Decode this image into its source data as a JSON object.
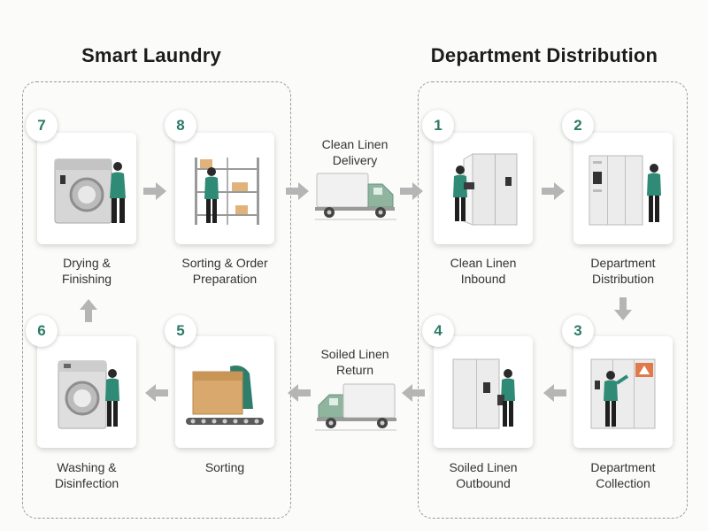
{
  "titles": {
    "left": "Smart Laundry",
    "right": "Department Distribution"
  },
  "steps": [
    {
      "number": "1",
      "label_line1": "Clean Linen",
      "label_line2": "Inbound",
      "icon": "locker-inbound-icon"
    },
    {
      "number": "2",
      "label_line1": "Department",
      "label_line2": "Distribution",
      "icon": "smart-locker-icon"
    },
    {
      "number": "3",
      "label_line1": "Department",
      "label_line2": "Collection",
      "icon": "collection-locker-icon"
    },
    {
      "number": "4",
      "label_line1": "Soiled Linen",
      "label_line2": "Outbound",
      "icon": "locker-outbound-icon"
    },
    {
      "number": "5",
      "label_line1": "Sorting",
      "label_line2": "",
      "icon": "conveyor-sorting-icon"
    },
    {
      "number": "6",
      "label_line1": "Washing &",
      "label_line2": "Disinfection",
      "icon": "washing-machine-icon"
    },
    {
      "number": "7",
      "label_line1": "Drying &",
      "label_line2": "Finishing",
      "icon": "dryer-icon"
    },
    {
      "number": "8",
      "label_line1": "Sorting & Order",
      "label_line2": "Preparation",
      "icon": "shelving-icon"
    }
  ],
  "transfers": {
    "delivery": {
      "line1": "Clean Linen",
      "line2": "Delivery",
      "icon": "delivery-truck-icon"
    },
    "return": {
      "line1": "Soiled Linen",
      "line2": "Return",
      "icon": "return-truck-icon"
    }
  },
  "colors": {
    "accent": "#2d7a66",
    "teal_figure": "#2f8a76",
    "arrow": "#b5b5b5",
    "dashed_border": "#9a9a9a",
    "warning_orange": "#e07a4a"
  }
}
